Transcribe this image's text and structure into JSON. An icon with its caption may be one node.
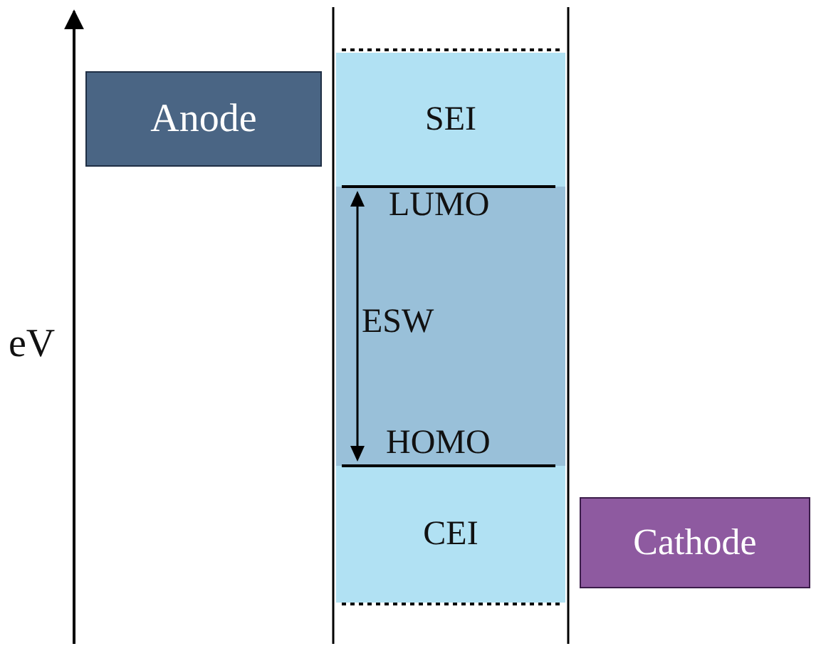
{
  "diagram": {
    "nodes": [
      {
        "text": [
          "Anode"
        ]
      },
      {
        "text": [
          "SEI"
        ]
      },
      {
        "text": [
          "ESW"
        ]
      },
      {
        "text": [
          "CEI"
        ]
      },
      {
        "text": [
          "Cathode"
        ]
      }
    ],
    "labels": [
      "eV",
      "LUMO",
      "HOMO"
    ]
  }
}
